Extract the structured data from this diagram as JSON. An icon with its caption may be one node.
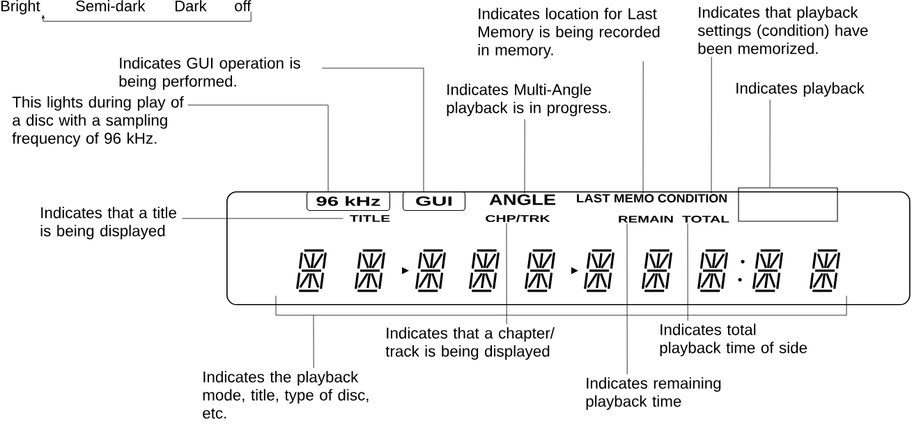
{
  "diagram": {
    "nodes": [
      {
        "text": [
          "Bright"
        ]
      },
      {
        "text": [
          "Semi-dark"
        ]
      },
      {
        "text": [
          "Dark"
        ]
      },
      {
        "text": [
          "off"
        ]
      },
      {
        "text": [
          "Indicates GUI operation is being performed."
        ]
      },
      {
        "text": [
          "This lights during play of a disc with a sampling frequency of 96 kHz."
        ]
      },
      {
        "text": [
          "Indicates Multi-Angle playback is in progress."
        ]
      },
      {
        "text": [
          "Indicates location for Last Memory is being recorded in memory."
        ]
      },
      {
        "text": [
          "Indicates that playback settings (condition) have been memorized."
        ]
      },
      {
        "text": [
          "Indicates playback"
        ]
      },
      {
        "text": [
          "Indicates that a title is being displayed"
        ]
      },
      {
        "text": [],
        "shape": "box"
      },
      {
        "text": [
          "96 kHz"
        ],
        "in": 11
      },
      {
        "text": [
          "GUI"
        ],
        "in": 11
      },
      {
        "text": [
          "ANGLE"
        ],
        "in": 11
      },
      {
        "text": [
          "LAST MEMO"
        ],
        "in": 11
      },
      {
        "text": [
          "CONDITION"
        ],
        "in": 11
      },
      {
        "text": [],
        "shape": "box",
        "in": 11
      },
      {
        "text": [
          "TITLE"
        ],
        "in": 11
      },
      {
        "text": [
          "CHP/TRK"
        ],
        "in": 11
      },
      {
        "text": [
          "REMAIN"
        ],
        "in": 11
      },
      {
        "text": [
          "TOTAL"
        ],
        "in": 11
      },
      {
        "text": [],
        "shape": "picture",
        "in": 11
      },
      {
        "text": [
          "Indicates that a chapter/ track is being displayed"
        ]
      },
      {
        "text": [
          "Indicates total playback time of side"
        ]
      },
      {
        "text": [
          "Indicates remaining playback time"
        ]
      },
      {
        "text": [
          "Indicates the playback mode, title, type of disc, etc."
        ]
      }
    ],
    "edges": [
      {
        "from": 3,
        "to": 0,
        "arrow": "to"
      },
      {
        "from": 5,
        "to": 12,
        "arrow": "none"
      },
      {
        "from": 4,
        "to": 13,
        "arrow": "none"
      },
      {
        "from": 6,
        "to": 14,
        "arrow": "none"
      },
      {
        "from": 7,
        "to": 15,
        "arrow": "none"
      },
      {
        "from": 8,
        "to": 16,
        "arrow": "none"
      },
      {
        "from": 9,
        "to": 17,
        "arrow": "none"
      },
      {
        "from": 10,
        "to": 18,
        "arrow": "none"
      },
      {
        "from": 23,
        "to": 19,
        "arrow": "none"
      },
      {
        "from": 25,
        "to": 20,
        "arrow": "none"
      },
      {
        "from": 24,
        "to": 21,
        "arrow": "none"
      },
      {
        "from": 26,
        "to": 22,
        "arrow": "none"
      }
    ]
  }
}
